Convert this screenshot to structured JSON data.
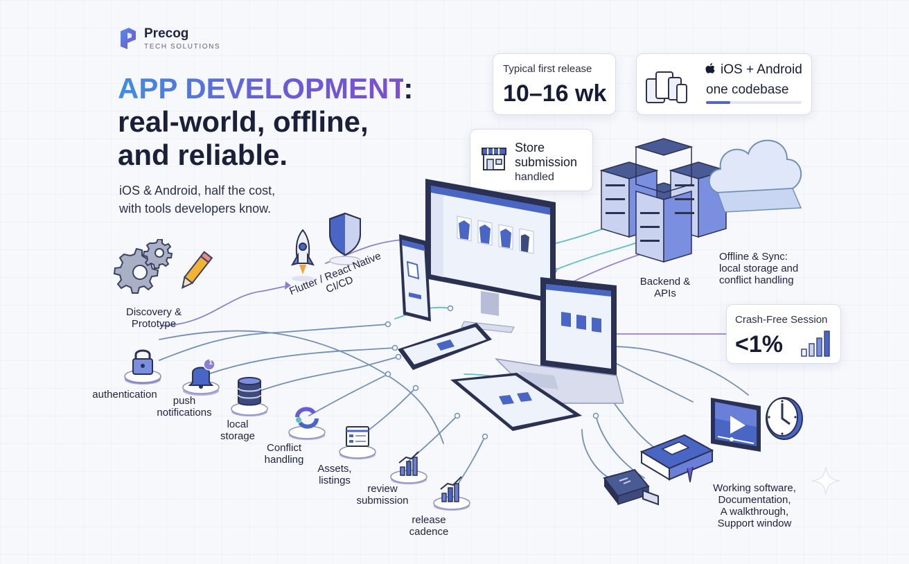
{
  "brand": {
    "name": "Precog",
    "tagline": "TECH SOLUTIONS"
  },
  "headline": {
    "accent": "APP DEVELOPMENT",
    "colon": ":",
    "line2": "real-world, offline,",
    "line3": "and reliable."
  },
  "subtitle": {
    "line1": "iOS & Android, half the cost,",
    "line2": "with tools developers know."
  },
  "cards": {
    "release": {
      "label": "Typical first release",
      "value": "10–16 wk"
    },
    "platform": {
      "line1": "iOS + Android",
      "line2": "one codebase",
      "progress": 0.25
    },
    "store": {
      "line1": "Store",
      "line2": "submission",
      "line3": "handled"
    },
    "crash": {
      "label": "Crash-Free Session",
      "value": "<1%"
    }
  },
  "labels": {
    "discovery": {
      "line1": "Discovery &",
      "line2": "Prototype"
    },
    "tech": {
      "line1": "Flutter / React Native",
      "line2": "CI/CD"
    },
    "backend": {
      "line1": "Backend &",
      "line2": "APIs"
    },
    "offline": {
      "line1": "Offline & Sync:",
      "line2": "local storage and",
      "line3": "conflict handling"
    },
    "authentication": "authentication",
    "push": {
      "line1": "push",
      "line2": "notifications"
    },
    "local": {
      "line1": "local",
      "line2": "storage"
    },
    "conflict": {
      "line1": "Conflict",
      "line2": "handling"
    },
    "assets": {
      "line1": "Assets,",
      "line2": "listings"
    },
    "review": {
      "line1": "review",
      "line2": "submission"
    },
    "release": {
      "line1": "release",
      "line2": "cadence"
    },
    "deliverables": {
      "line1": "Working software,",
      "line2": "Documentation,",
      "line3": "A walkthrough,",
      "line4": "Support window"
    }
  },
  "badge": {
    "count": "1"
  },
  "icons": {
    "brand": "precog-logo-icon",
    "gears": "gears-icon",
    "pencil": "pencil-icon",
    "rocket": "rocket-icon",
    "shield": "shield-icon",
    "lock": "lock-icon",
    "bell": "bell-icon",
    "database": "database-icon",
    "conflict": "conflict-icon",
    "listing": "listing-icon",
    "review": "chart-icon",
    "cadence": "chart-icon",
    "store": "store-icon",
    "devices": "devices-icon",
    "servers": "server-stack-icon",
    "cloud": "cloud-icon",
    "book": "book-icon",
    "usb": "usb-drive-icon",
    "video": "video-play-icon",
    "clock": "clock-icon",
    "bars": "bar-chart-icon"
  },
  "colors": {
    "accent_start": "#3f8fe0",
    "accent_end": "#7b4fd0",
    "ink": "#1a1f3a",
    "line_blue": "#6f8fb8",
    "line_teal": "#59c0c8",
    "line_purple": "#9a7fd6"
  }
}
